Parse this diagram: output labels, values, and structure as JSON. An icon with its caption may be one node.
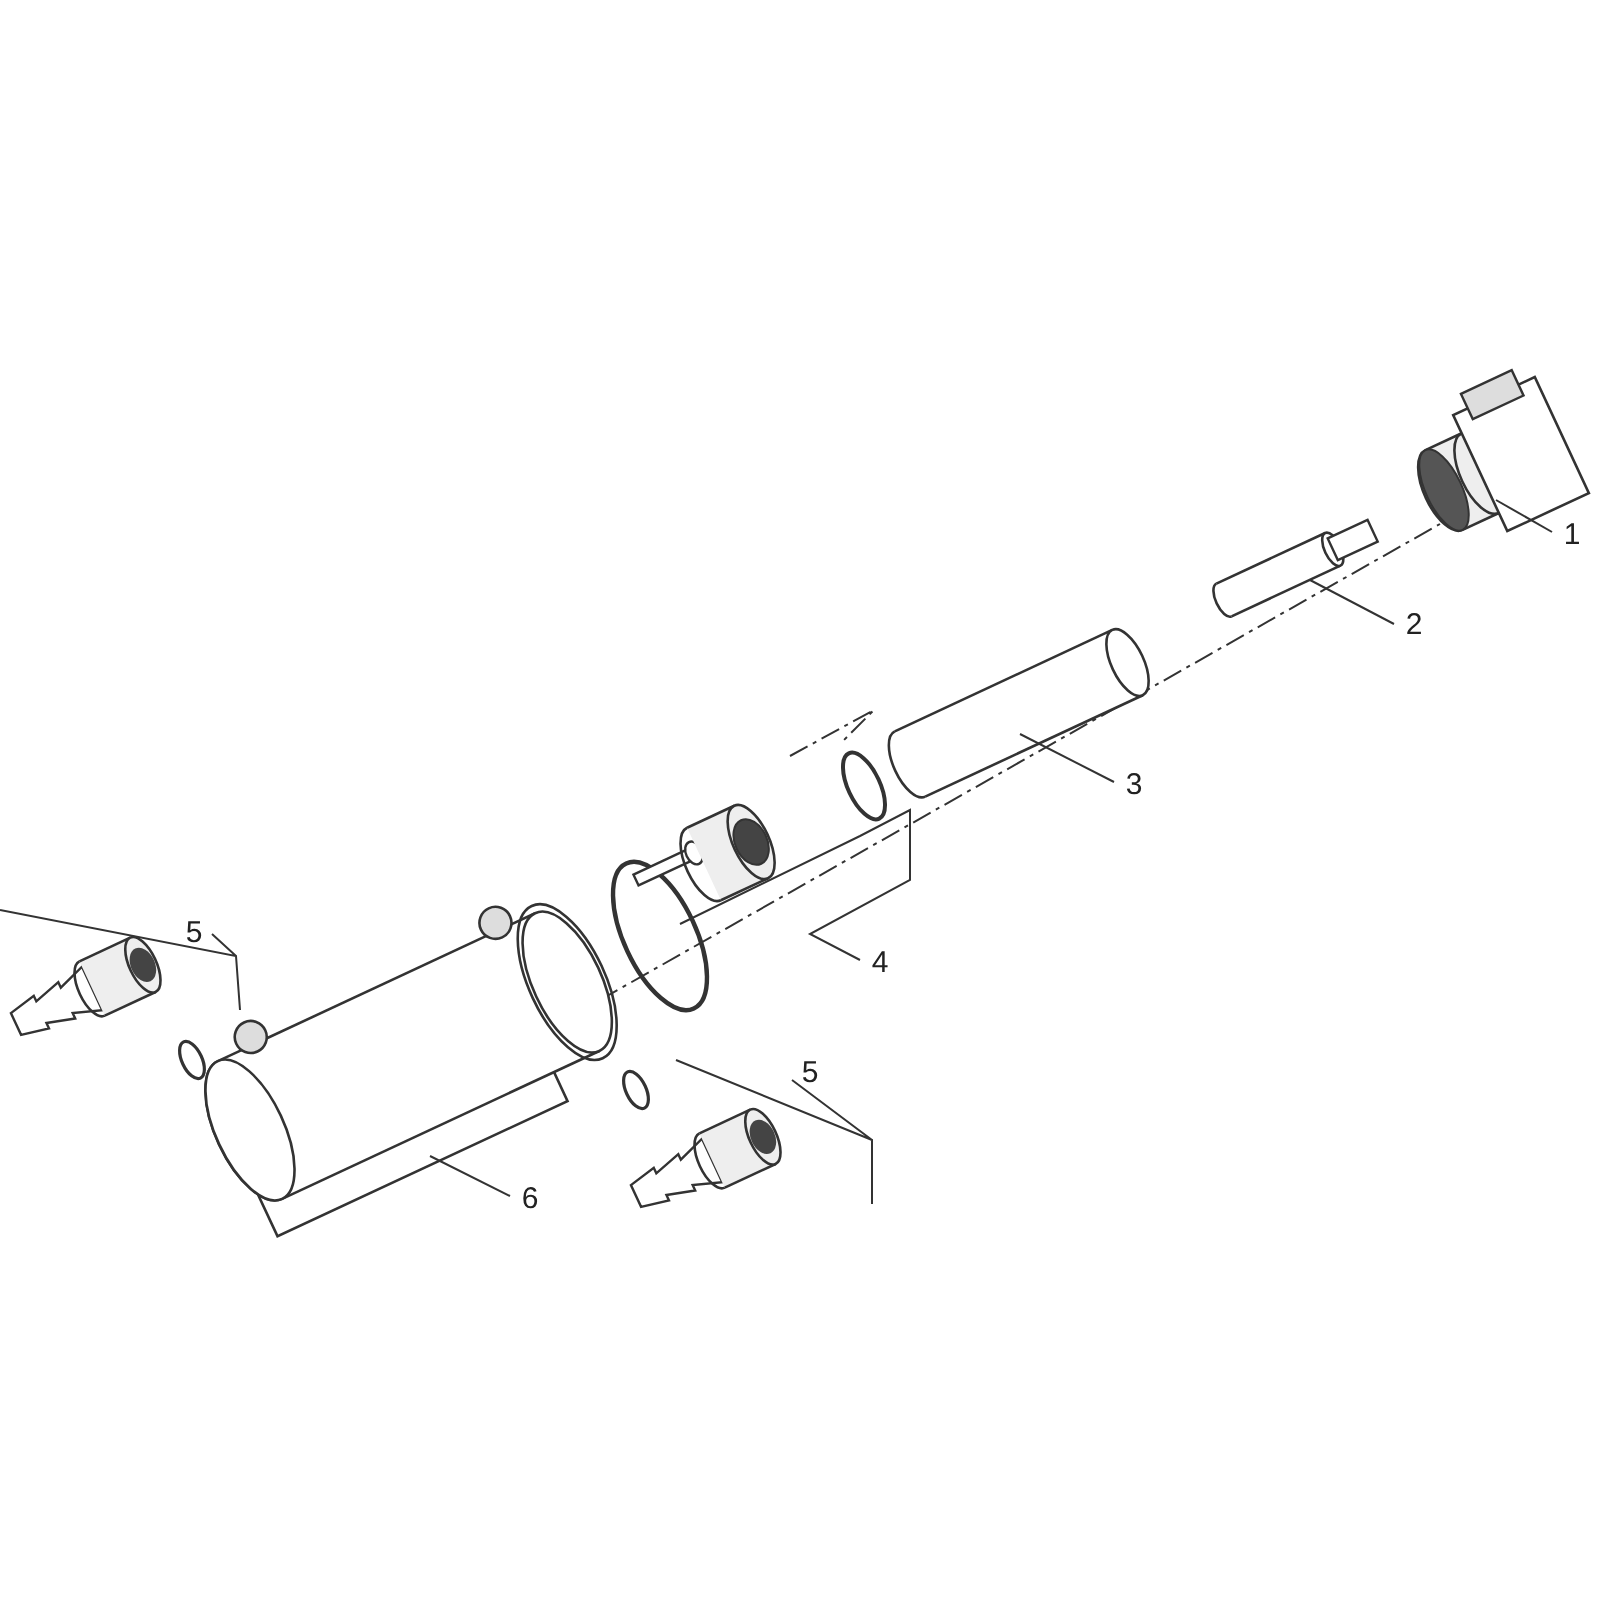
{
  "diagram": {
    "nodes": [
      {
        "text": [
          "1"
        ]
      },
      {
        "text": [
          "2"
        ]
      },
      {
        "text": [
          "3"
        ]
      },
      {
        "text": [
          "5"
        ]
      },
      {
        "text": [
          "4"
        ]
      },
      {
        "text": [
          "5"
        ]
      },
      {
        "text": [
          "6"
        ]
      }
    ],
    "edges": [
      {
        "from": 0,
        "to": null,
        "arrow": "none"
      },
      {
        "from": 1,
        "to": null,
        "arrow": "none"
      },
      {
        "from": 2,
        "to": null,
        "arrow": "none"
      },
      {
        "from": 3,
        "to": null,
        "arrow": "none"
      },
      {
        "from": 4,
        "to": null,
        "arrow": "none"
      },
      {
        "from": 5,
        "to": null,
        "arrow": "none"
      },
      {
        "from": 6,
        "to": null,
        "arrow": "none"
      }
    ]
  }
}
